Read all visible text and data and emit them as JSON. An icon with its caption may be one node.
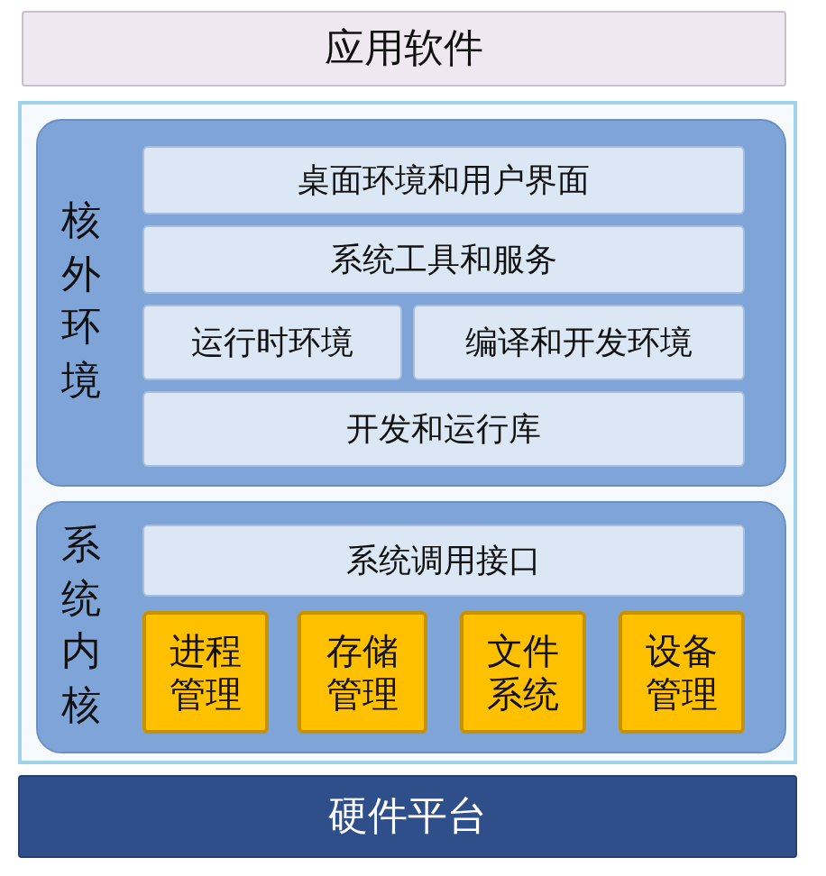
{
  "diagram": {
    "nodes": [
      {
        "text": [
          "应用软件"
        ]
      },
      {
        "text": [],
        "shape": "box"
      },
      {
        "text": [
          "核外环境"
        ],
        "in": 1
      },
      {
        "text": [
          "桌面环境和用户界面"
        ],
        "in": 2
      },
      {
        "text": [
          "系统工具和服务"
        ],
        "in": 2
      },
      {
        "text": [
          "运行时环境"
        ],
        "in": 2
      },
      {
        "text": [
          "编译和开发环境"
        ],
        "in": 2
      },
      {
        "text": [
          "开发和运行库"
        ],
        "in": 2
      },
      {
        "text": [
          "系统内核"
        ],
        "in": 1
      },
      {
        "text": [
          "系统调用接口"
        ],
        "in": 8
      },
      {
        "text": [
          "进程管理"
        ],
        "in": 8
      },
      {
        "text": [
          "存储管理"
        ],
        "in": 8
      },
      {
        "text": [
          "文件系统"
        ],
        "in": 8
      },
      {
        "text": [
          "设备管理"
        ],
        "in": 8
      },
      {
        "text": [
          "硬件平台"
        ]
      }
    ]
  }
}
